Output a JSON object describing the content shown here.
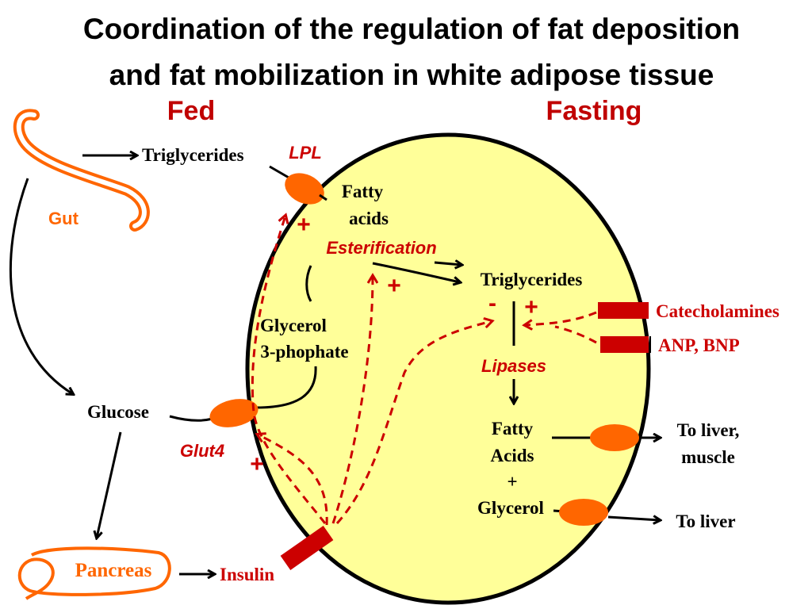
{
  "title": {
    "line1": "Coordination of the regulation of fat deposition",
    "line2": "and fat mobilization in white adipose tissue"
  },
  "headings": {
    "fed": "Fed",
    "fasting": "Fasting"
  },
  "labels": {
    "triglycerides_in": "Triglycerides",
    "lpl": "LPL",
    "gut": "Gut",
    "fatty": "Fatty",
    "acids": "acids",
    "esterification": "Esterification",
    "triglycerides_cell": "Triglycerides",
    "glycerol": "Glycerol",
    "phosphate": "3-phophate",
    "glucose": "Glucose",
    "glut4": "Glut4",
    "lipases": "Lipases",
    "out_fatty": "Fatty",
    "out_acids": "Acids",
    "out_plus": "+",
    "out_glycerol": "Glycerol",
    "to_liver_muscle_1": "To liver,",
    "to_liver_muscle_2": "muscle",
    "to_liver": "To liver",
    "catecholamines": "Catecholamines",
    "anp_bnp": "ANP, BNP",
    "pancreas": "Pancreas",
    "insulin": "Insulin"
  },
  "signs": {
    "plus": "+",
    "minus": "-"
  },
  "colors": {
    "title": "#000000",
    "heading_red": "#c00000",
    "gut_orange": "#ff6600",
    "cell_fill": "#ffff99",
    "transporter_orange": "#ff6600",
    "receptor_red": "#cc0000",
    "label_red": "#cc0000",
    "dashed_red": "#cc0000"
  }
}
